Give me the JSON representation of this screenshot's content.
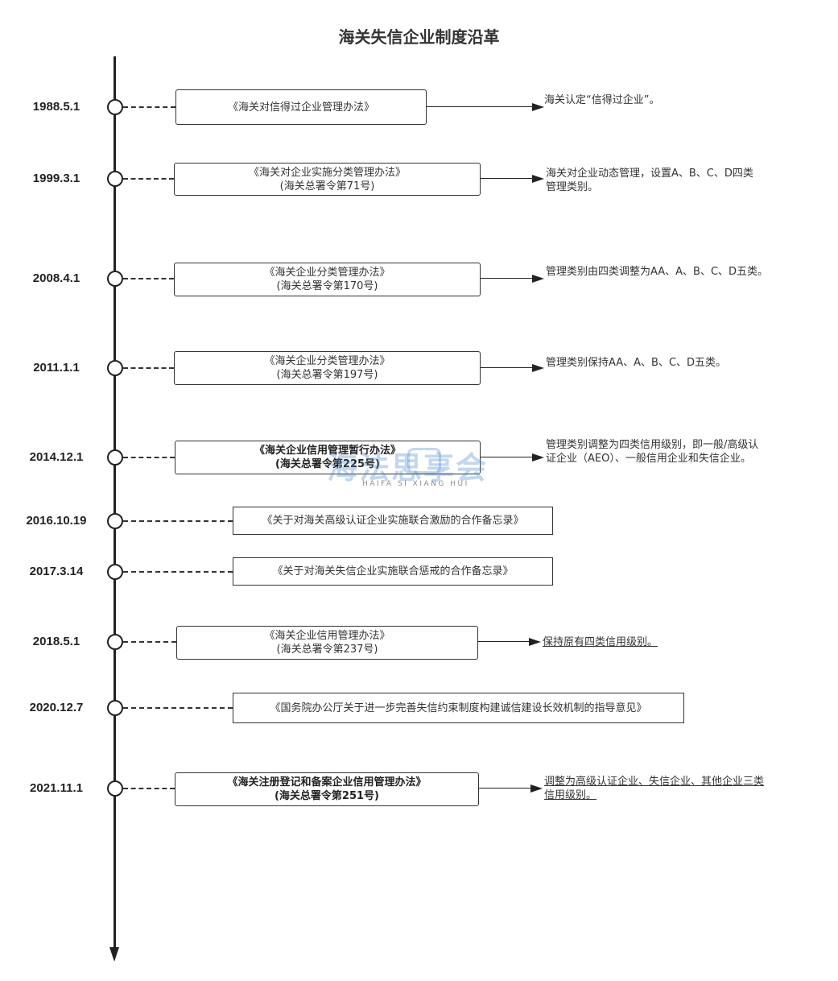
{
  "title": "海关失信企业制度沿革",
  "watermark": {
    "text": "海法思享会",
    "subtitle": "HAIFA SI XIANG HUI"
  },
  "colors": {
    "line": "#222222",
    "text": "#333333",
    "background": "#ffffff",
    "watermark": "#508cd2"
  },
  "events": [
    {
      "date": "1988.5.1",
      "doc_lines": [
        "《海关对信得过企业管理办法》"
      ],
      "note_lines": [
        "海关认定“信得过企业”。"
      ]
    },
    {
      "date": "1999.3.1",
      "doc_lines": [
        "《海关对企业实施分类管理办法》",
        "(海关总署令第71号)"
      ],
      "note_lines": [
        "海关对企业动态管理，设置A、B、C、D四类",
        "管理类别。"
      ]
    },
    {
      "date": "2008.4.1",
      "doc_lines": [
        "《海关企业分类管理办法》",
        "(海关总署令第170号)"
      ],
      "note_lines": [
        "管理类别由四类调整为AA、A、B、C、D五类。"
      ]
    },
    {
      "date": "2011.1.1",
      "doc_lines": [
        "《海关企业分类管理办法》",
        "(海关总署令第197号)"
      ],
      "note_lines": [
        "管理类别保持AA、A、B、C、D五类。"
      ]
    },
    {
      "date": "2014.12.1",
      "doc_lines": [
        "《海关企业信用管理暂行办法》",
        "(海关总署令第225号)"
      ],
      "note_lines": [
        "管理类别调整为四类信用级别，即一般/高级认",
        "证企业（AEO）、一般信用企业和失信企业。"
      ]
    },
    {
      "date": "2016.10.19",
      "doc_lines": [
        "《关于对海关高级认证企业实施联合激励的合作备忘录》"
      ],
      "note_lines": []
    },
    {
      "date": "2017.3.14",
      "doc_lines": [
        "《关于对海关失信企业实施联合惩戒的合作备忘录》"
      ],
      "note_lines": []
    },
    {
      "date": "2018.5.1",
      "doc_lines": [
        "《海关企业信用管理办法》",
        "(海关总署令第237号)"
      ],
      "note_lines": [
        "保持原有四类信用级别。"
      ]
    },
    {
      "date": "2020.12.7",
      "doc_lines": [
        "《国务院办公厅关于进一步完善失信约束制度构建诚信建设长效机制的指导意见》"
      ],
      "note_lines": []
    },
    {
      "date": "2021.11.1",
      "doc_lines": [
        "《海关注册登记和备案企业信用管理办法》",
        "(海关总署令第251号)"
      ],
      "note_lines": [
        "调整为高级认证企业、失信企业、其他企业三类",
        "信用级别。"
      ]
    }
  ]
}
